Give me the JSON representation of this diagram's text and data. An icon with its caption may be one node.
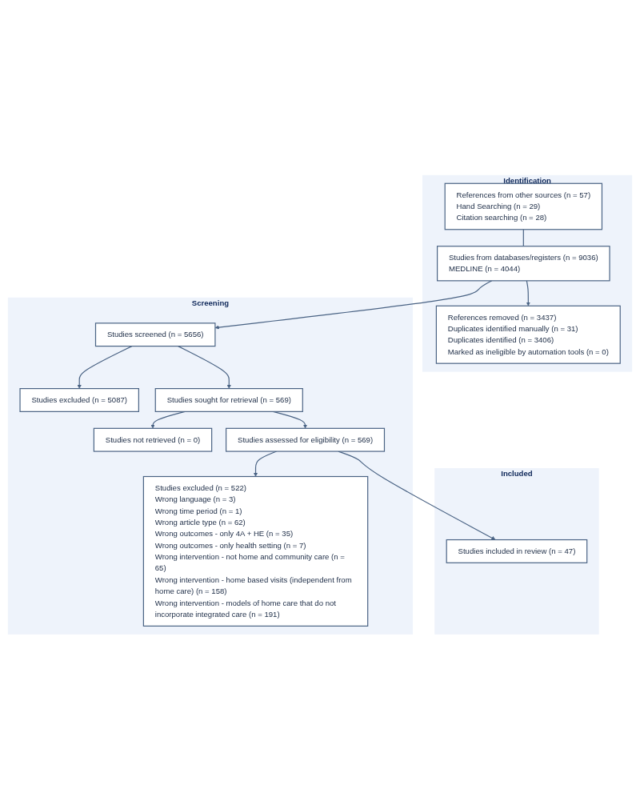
{
  "diagram": {
    "nodes": [
      {
        "text": [
          "Identification"
        ]
      },
      {
        "text": [
          "Studies from databases/registers (n = 9036)",
          "MEDLINE (n = 4044)"
        ],
        "in": 0
      },
      {
        "text": [
          "References from other sources (n = 57)",
          "Hand Searching (n = 29)",
          "Citation searching (n = 28)"
        ],
        "in": 0
      },
      {
        "text": [
          "References removed (n = 3437)",
          "Duplicates identified manually (n = 31)",
          "Duplicates identified (n = 3406)",
          "Marked as ineligible by automation tools (n = 0)"
        ],
        "in": 0
      },
      {
        "text": [
          "Screening"
        ]
      },
      {
        "text": [
          "Studies screened (n = 5656)"
        ],
        "in": 4
      },
      {
        "text": [
          "Studies excluded (n = 5087)"
        ],
        "in": 4
      },
      {
        "text": [
          "Studies sought for retrieval (n = 569)"
        ],
        "in": 4
      },
      {
        "text": [
          "Studies not retrieved (n = 0)"
        ],
        "in": 4
      },
      {
        "text": [
          "Studies assessed for eligibility (n = 569)"
        ],
        "in": 4
      },
      {
        "text": [
          "Studies excluded (n = 522)",
          "Wrong language (n = 3)",
          "Wrong time period (n = 1)",
          "Wrong article type (n = 62)",
          "Wrong outcomes - only 4A + HE (n = 35)",
          "Wrong outcomes - only health setting (n = 7)",
          "Wrong intervention - not home and community care (n = 65)",
          "Wrong intervention - home based visits (independent from home care) (n = 158)",
          "Wrong intervention - models of home care that do not incorporate integrated care (n = 191)"
        ],
        "in": 4
      },
      {
        "text": [
          "Included"
        ]
      },
      {
        "text": [
          "Studies included in review (n = 47)"
        ],
        "in": 11
      }
    ],
    "edges": [
      {
        "from": 2,
        "to": 1,
        "arrow": "none"
      },
      {
        "from": 1,
        "to": 3,
        "arrow": "to"
      },
      {
        "from": 1,
        "to": 5,
        "arrow": "to"
      },
      {
        "from": 5,
        "to": 6,
        "arrow": "to"
      },
      {
        "from": 5,
        "to": 7,
        "arrow": "to"
      },
      {
        "from": 7,
        "to": 8,
        "arrow": "to"
      },
      {
        "from": 7,
        "to": 9,
        "arrow": "to"
      },
      {
        "from": 9,
        "to": 10,
        "arrow": "to"
      },
      {
        "from": 9,
        "to": 12,
        "arrow": "to"
      }
    ]
  }
}
